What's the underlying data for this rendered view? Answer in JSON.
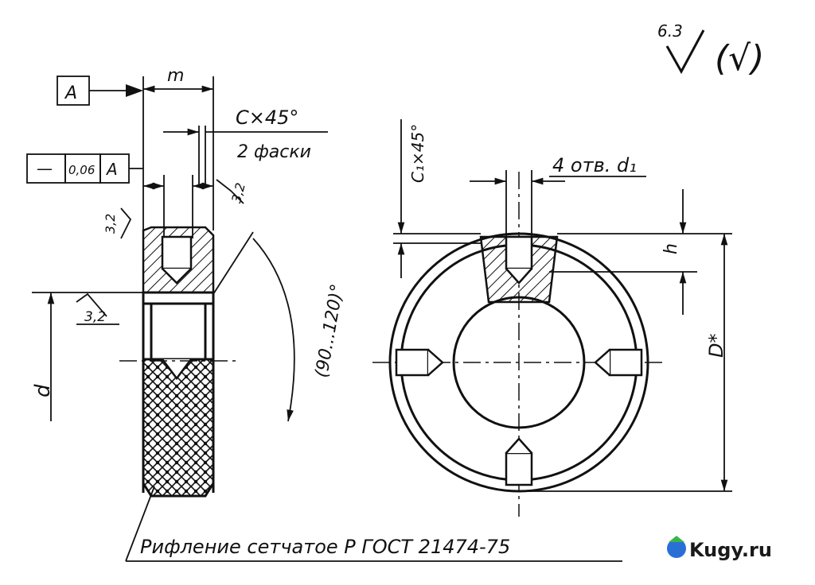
{
  "roughness": {
    "value": "6.3",
    "parenthetical_mark": "(√)"
  },
  "datum": {
    "letter": "A"
  },
  "tolerance_frame": {
    "symbol": "—",
    "value": "0,06",
    "datum": "A"
  },
  "dimensions": {
    "m": "m",
    "chamfer": "C×45°",
    "chamfer_note": "2 фаски",
    "c1_chamfer": "C₁×45°",
    "holes": "4 отв. d₁",
    "h": "h",
    "D": "D*",
    "d": "d",
    "angle": "(90...120)°"
  },
  "surface_marks": {
    "a": "3,2",
    "b": "3,2",
    "c": "3,2"
  },
  "note": "Рифление сетчатое Р ГОСТ 21474-75",
  "watermark": "Kugy.ru"
}
